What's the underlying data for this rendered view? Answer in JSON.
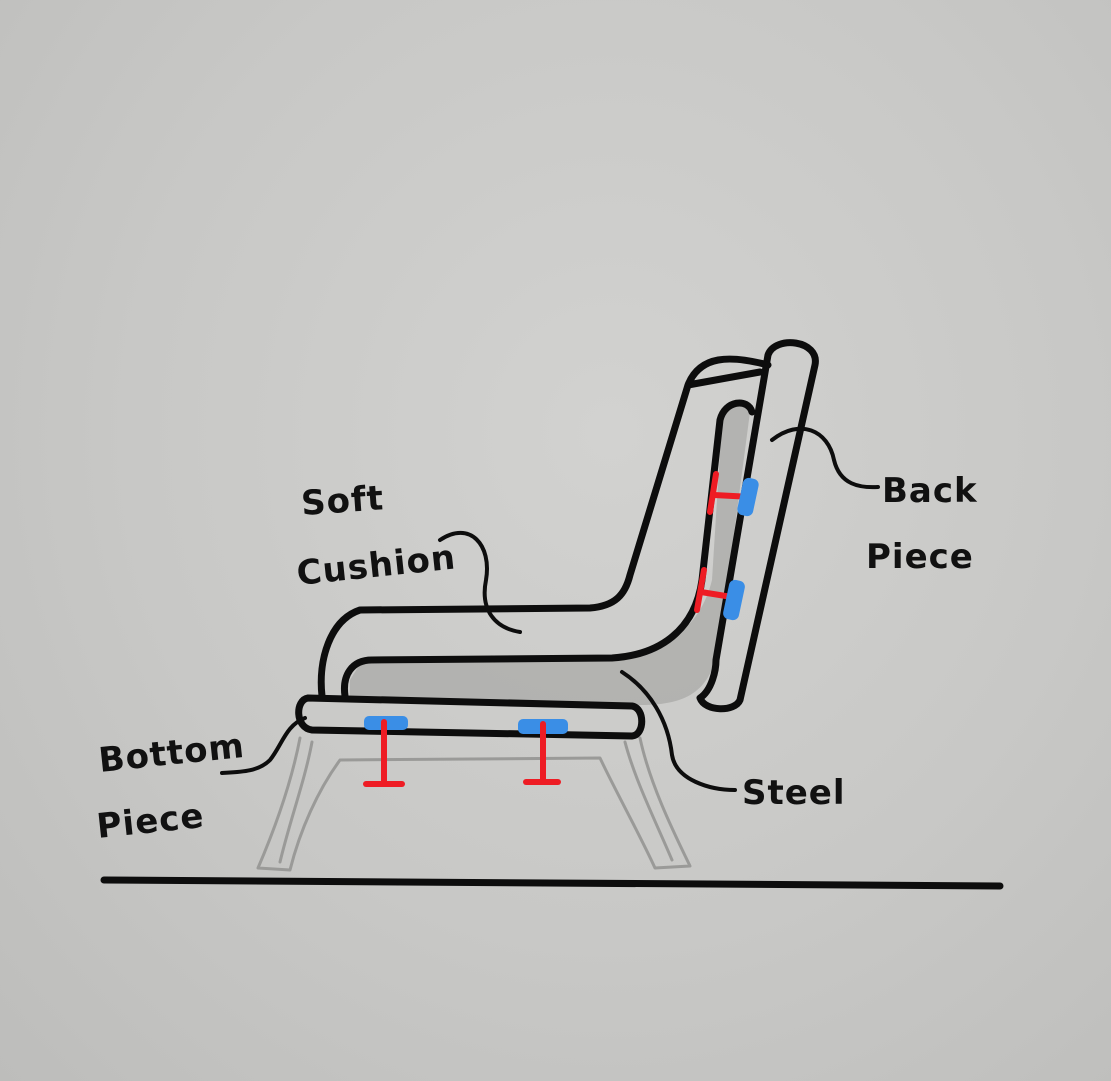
{
  "labels": {
    "soft_cushion_line1": "Soft",
    "soft_cushion_line2": "Cushion",
    "back_piece_line1": "Back",
    "back_piece_line2": "Piece",
    "bottom_piece_line1": "Bottom",
    "bottom_piece_line2": "Piece",
    "steel": "Steel"
  },
  "colors": {
    "ink": "#0d0d0d",
    "steel_shading": "#a9a9a7",
    "bolt_red": "#ee1c24",
    "clip_blue": "#3a8ee6",
    "pencil": "#9a9a98",
    "paper": "#c9c9c7"
  },
  "components": [
    "soft cushion",
    "back piece",
    "bottom piece",
    "steel frame",
    "bolts",
    "clips",
    "legs",
    "floor line"
  ]
}
